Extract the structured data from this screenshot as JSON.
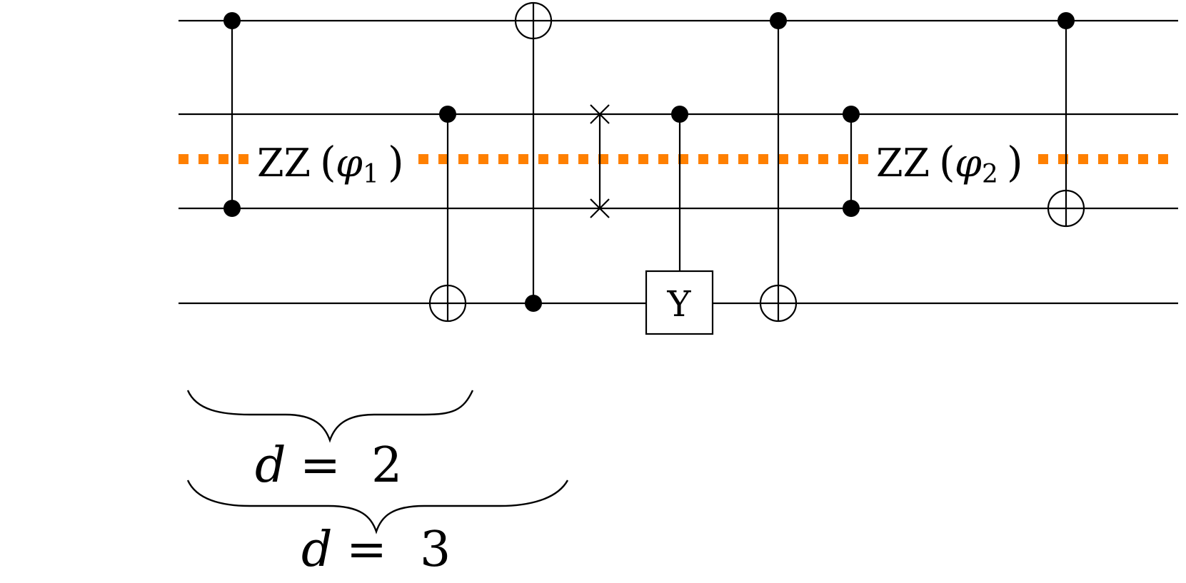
{
  "diagram": {
    "gate_y_label": "Y",
    "zz_label_1": {
      "name": "ZZ",
      "open": "(",
      "arg": "φ",
      "sub": "1",
      "close": ")"
    },
    "zz_label_2": {
      "name": "ZZ",
      "open": "(",
      "arg": "φ",
      "sub": "2",
      "close": ")"
    },
    "brace_label_1": {
      "var": "d",
      "eq": "=",
      "val": "2"
    },
    "brace_label_2": {
      "var": "d",
      "eq": "=",
      "val": "3"
    },
    "colors": {
      "wire": "#000000",
      "dotted_line": "#ff8000"
    }
  }
}
